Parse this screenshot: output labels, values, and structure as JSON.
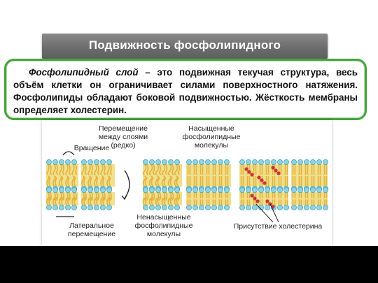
{
  "slide": {
    "title": "Подвижность фосфолипидного",
    "body_lead": "Фосфолипидный слой",
    "body_rest": " – это подвижная текучая структура, весь объём клетки он ограничивает силами поверхностного натяжения. Фосфолипиды обладают боковой подвижностью. Жёсткость мембраны определяет холестерин."
  },
  "diagram": {
    "labels": {
      "rotation": "Вращение",
      "flip": "Перемещение\nмежду слоями\n(редко)",
      "saturated": "Насыщенные\nфосфолипидные\nмолекулы",
      "lateral": "Латеральное\nперемещение",
      "unsaturated": "Ненасыщенные\nфосфолипидные\nмолекулы",
      "cholesterol": "Присутствие холестерина"
    },
    "colors": {
      "head": "#8fd3e3",
      "head_stroke": "#4aa6bd",
      "band": "#f3df8a",
      "tail": "#e0b340",
      "cholesterol": "#c8343a",
      "arrow": "#222222"
    }
  }
}
